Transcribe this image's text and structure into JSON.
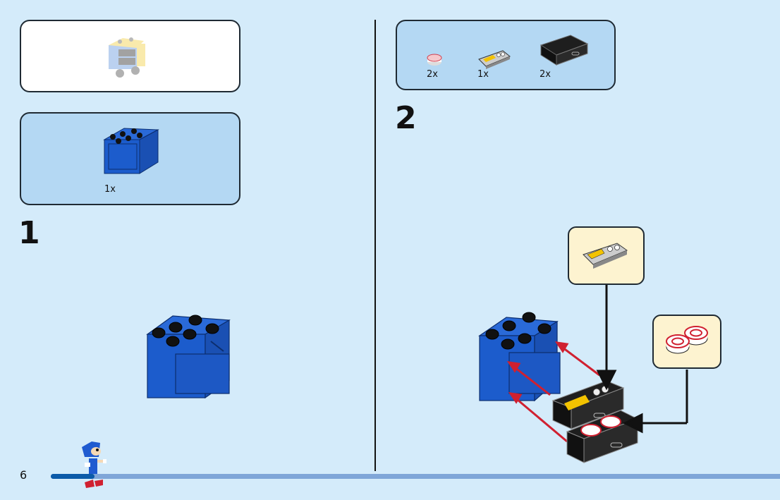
{
  "page": {
    "number": "6",
    "progress_fraction": 0.06
  },
  "preview": {
    "label": "completed-model-preview"
  },
  "steps": [
    {
      "number": "1",
      "parts": [
        {
          "name": "blue-cupboard-2x3x2",
          "quantity": "1x",
          "color": "#1c5ccc"
        }
      ]
    },
    {
      "number": "2",
      "parts": [
        {
          "name": "round-tile-swirl",
          "quantity": "2x",
          "color": "#e84050"
        },
        {
          "name": "printed-control-panel-tile",
          "quantity": "1x",
          "color": "#f3c300"
        },
        {
          "name": "black-drawer",
          "quantity": "2x",
          "color": "#1e1e1e"
        }
      ]
    }
  ],
  "colors": {
    "background": "#d4ebfa",
    "parts_box": "#b4d8f3",
    "callout_box": "#fdf3d0",
    "arrow_red": "#d02030",
    "brick_blue": "#1c5ccc",
    "progress_fill": "#0b5aa8",
    "progress_track": "#7fa6d8"
  }
}
